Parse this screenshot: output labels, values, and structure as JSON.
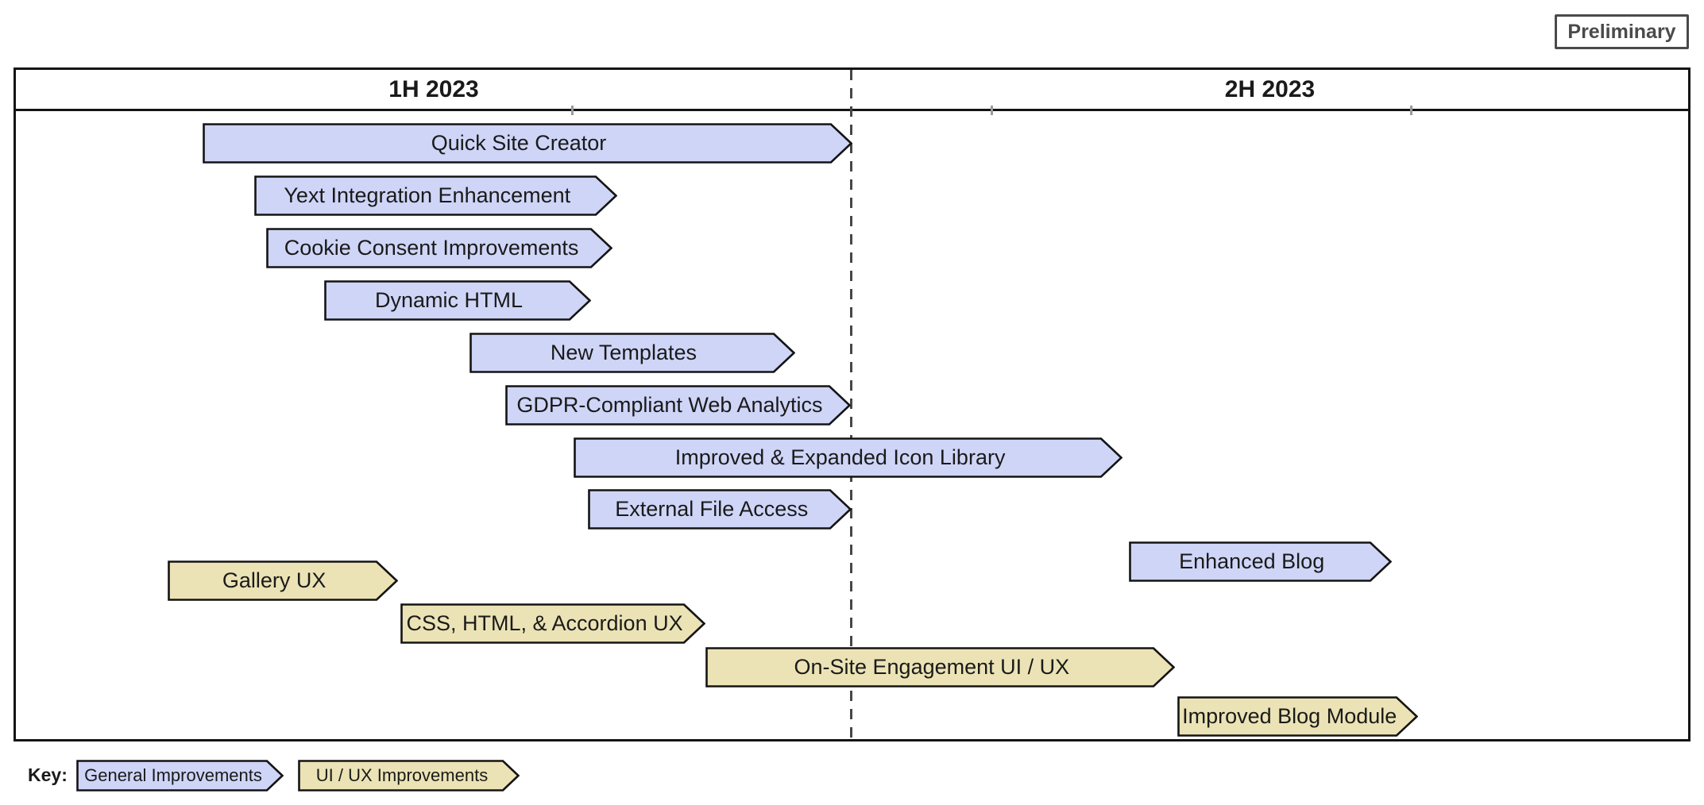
{
  "preliminary_label": "Preliminary",
  "colors": {
    "general_fill": "#cfd5f7",
    "uiux_fill": "#ebe3b5",
    "bar_border": "#141414",
    "frame_border": "#141414",
    "divider_dash": "#474747",
    "month_tick": "#9a9a9a",
    "text": "#1a1a1a",
    "preliminary": "#4a4a4a"
  },
  "legend": {
    "key_label": "Key:",
    "items": [
      {
        "label": "General Improvements",
        "color_key": "general_fill"
      },
      {
        "label": "UI / UX Improvements",
        "color_key": "uiux_fill"
      }
    ]
  },
  "chart_data": {
    "type": "roadmap-gantt",
    "title": "",
    "time_axis": {
      "halves": [
        "1H 2023",
        "2H 2023"
      ],
      "months_in_year": 12,
      "half_boundary_month": 6,
      "minor_tick_months": [
        4,
        7,
        10
      ]
    },
    "items": [
      {
        "label": "Quick Site Creator",
        "category": "General Improvements",
        "color_key": "general_fill",
        "start_month": 1.35,
        "end_month": 6.0,
        "row": 0
      },
      {
        "label": "Yext Integration Enhancement",
        "category": "General Improvements",
        "color_key": "general_fill",
        "start_month": 1.72,
        "end_month": 4.32,
        "row": 1
      },
      {
        "label": "Cookie Consent Improvements",
        "category": "General Improvements",
        "color_key": "general_fill",
        "start_month": 1.81,
        "end_month": 4.29,
        "row": 2
      },
      {
        "label": "Dynamic HTML",
        "category": "General Improvements",
        "color_key": "general_fill",
        "start_month": 2.22,
        "end_month": 4.13,
        "row": 3
      },
      {
        "label": "New Templates",
        "category": "General Improvements",
        "color_key": "general_fill",
        "start_month": 3.26,
        "end_month": 5.59,
        "row": 4
      },
      {
        "label": "GDPR-Compliant Web Analytics",
        "category": "General Improvements",
        "color_key": "general_fill",
        "start_month": 3.52,
        "end_month": 5.99,
        "row": 5
      },
      {
        "label": "Improved & Expanded Icon Library",
        "category": "General Improvements",
        "color_key": "general_fill",
        "start_month": 4.01,
        "end_month": 7.94,
        "row": 6
      },
      {
        "label": "External File Access",
        "category": "General Improvements",
        "color_key": "general_fill",
        "start_month": 4.11,
        "end_month": 6.0,
        "row": 7
      },
      {
        "label": "Enhanced Blog",
        "category": "General Improvements",
        "color_key": "general_fill",
        "start_month": 7.98,
        "end_month": 9.86,
        "row": 8
      },
      {
        "label": "Gallery UX",
        "category": "UI / UX Improvements",
        "color_key": "uiux_fill",
        "start_month": 1.1,
        "end_month": 2.75,
        "row": 9
      },
      {
        "label": "CSS, HTML, & Accordion UX",
        "category": "UI / UX Improvements",
        "color_key": "uiux_fill",
        "start_month": 2.77,
        "end_month": 4.95,
        "row": 10
      },
      {
        "label": "On-Site Engagement UI / UX",
        "category": "UI / UX Improvements",
        "color_key": "uiux_fill",
        "start_month": 4.95,
        "end_month": 8.31,
        "row": 11
      },
      {
        "label": "Improved Blog Module",
        "category": "UI / UX Improvements",
        "color_key": "uiux_fill",
        "start_month": 8.33,
        "end_month": 10.05,
        "row": 12
      }
    ]
  }
}
